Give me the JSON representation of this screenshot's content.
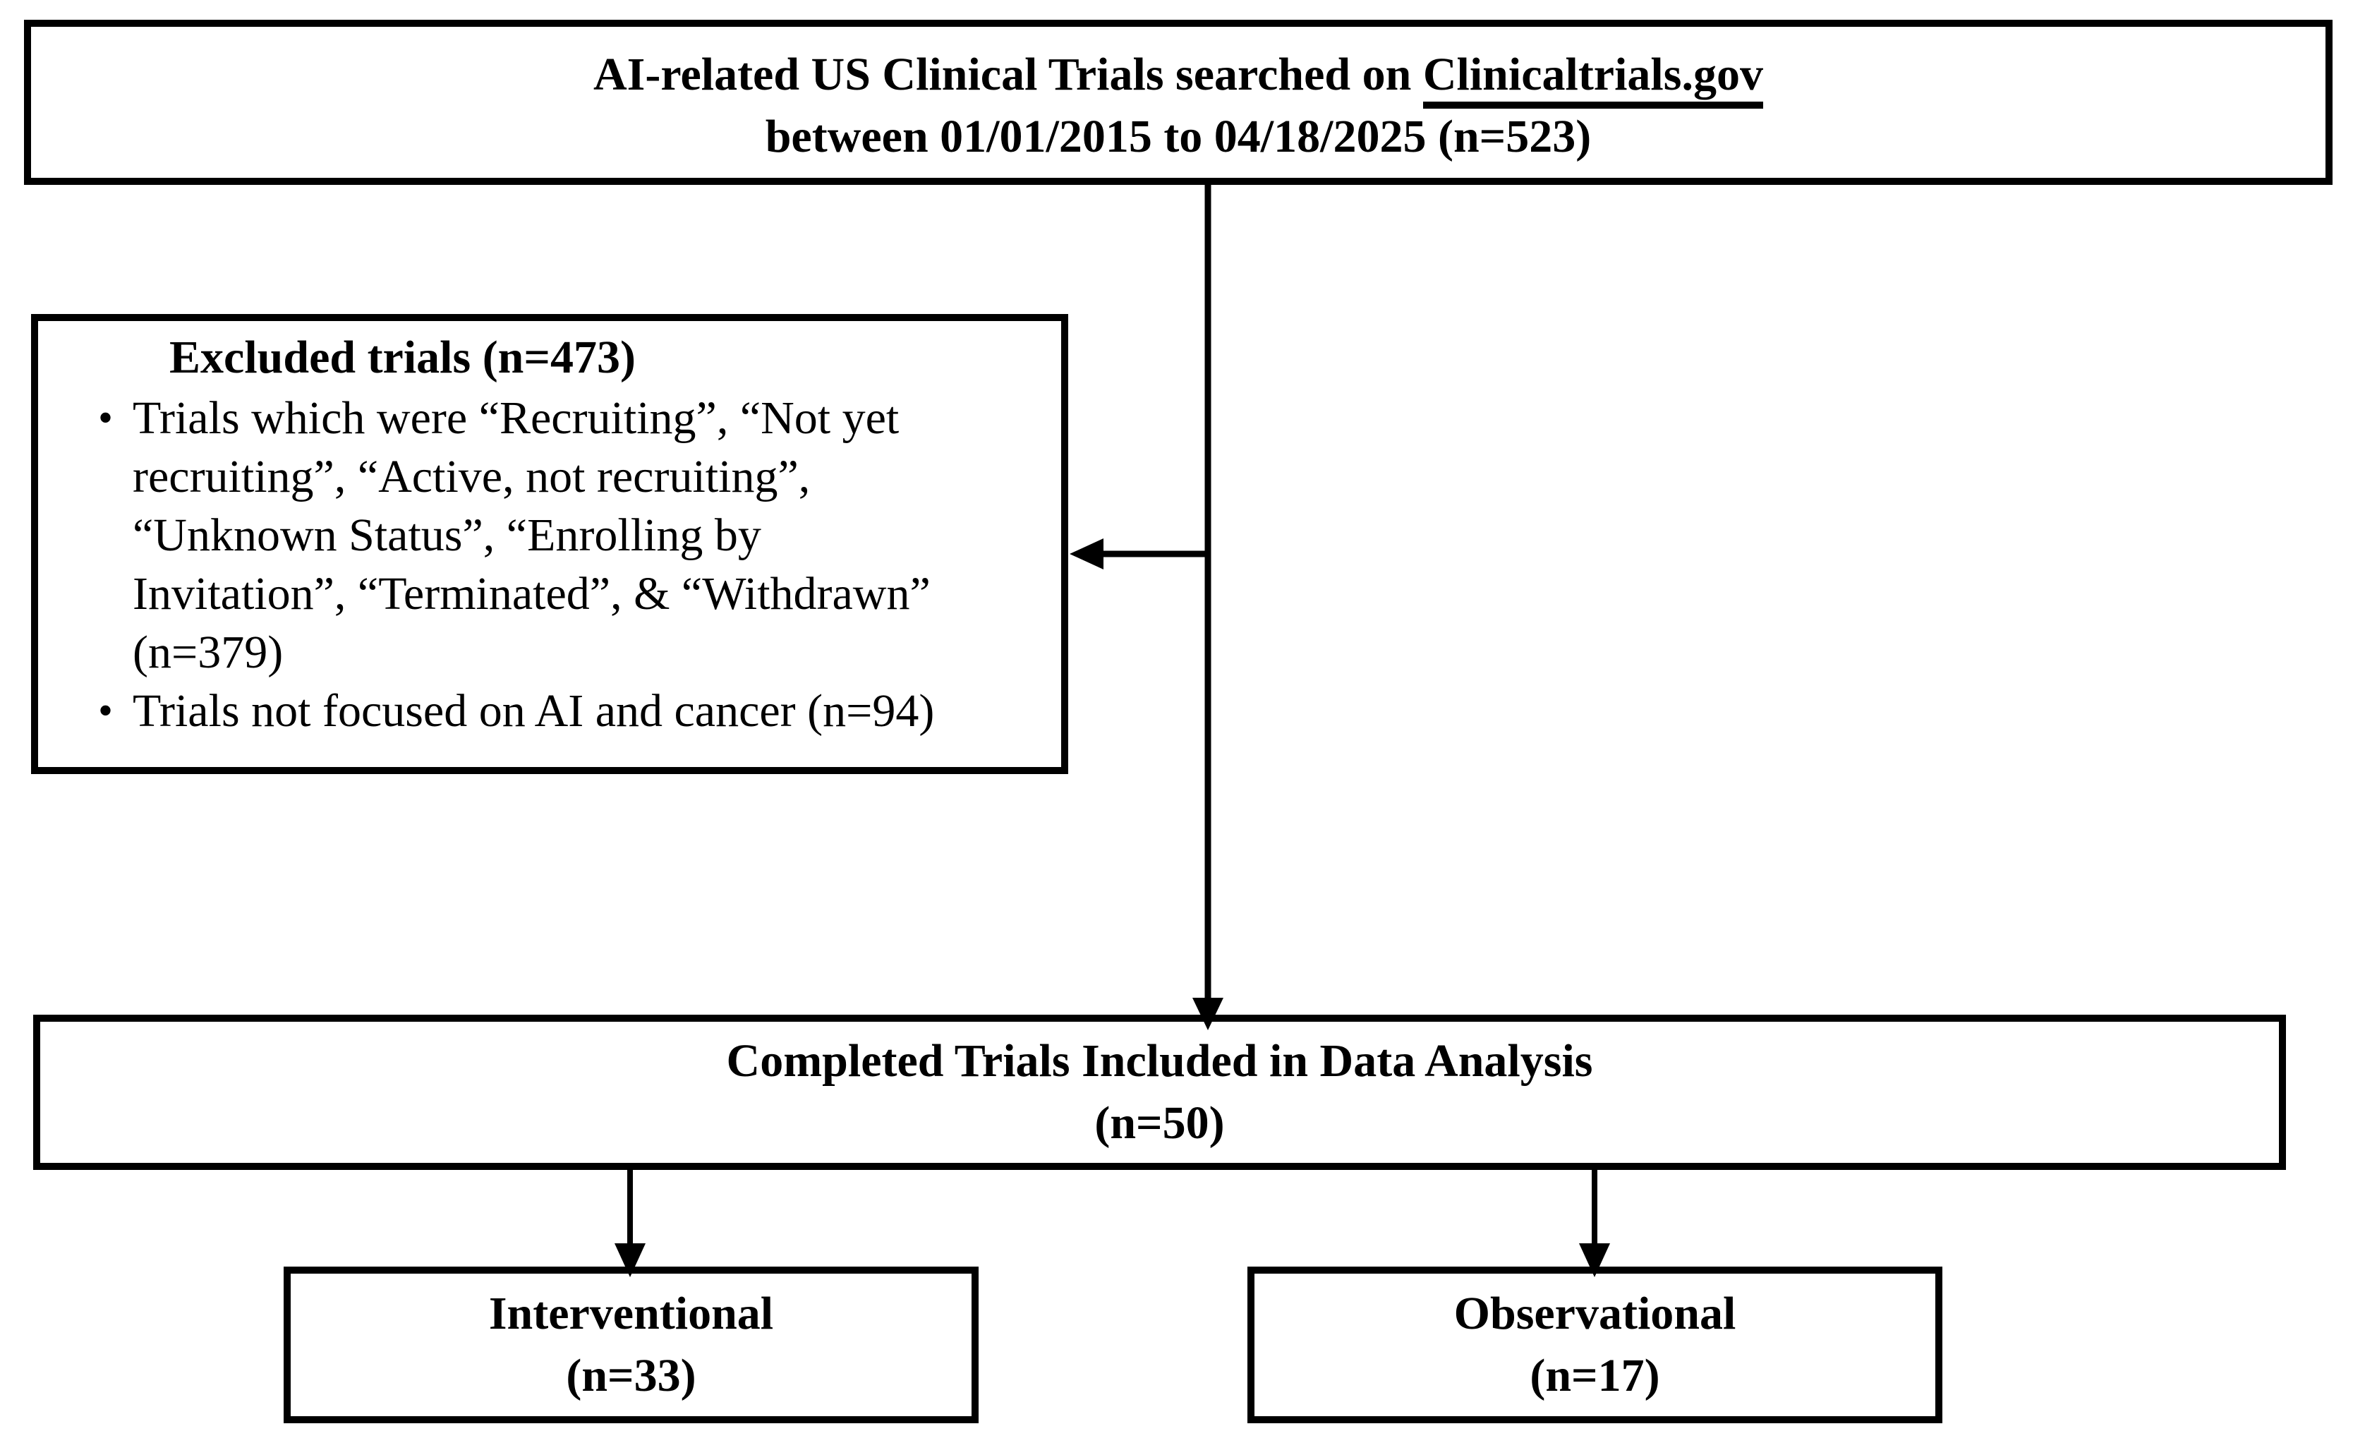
{
  "colors": {
    "ink": "#000000",
    "paper": "#ffffff"
  },
  "top_box": {
    "line1_prefix": "AI-related US Clinical Trials searched on ",
    "line1_underlined": "Clinicaltrials.gov",
    "line2": "between 01/01/2015 to 04/18/2025 (n=523)"
  },
  "excluded_box": {
    "title": "Excluded trials (n=473)",
    "bullet_glyph": "•",
    "bullets": [
      "Trials which were “Recruiting”, “Not yet\nrecruiting”, “Active, not recruiting”,\n“Unknown Status”, “Enrolling by\nInvitation”, “Terminated”, & “Withdrawn”\n(n=379)",
      "Trials not focused on AI and cancer (n=94)"
    ]
  },
  "completed_box": {
    "line1": "Completed Trials Included in Data Analysis",
    "line2": "(n=50)"
  },
  "interventional_box": {
    "line1": "Interventional",
    "line2": "(n=33)"
  },
  "observational_box": {
    "line1": "Observational",
    "line2": "(n=17)"
  }
}
